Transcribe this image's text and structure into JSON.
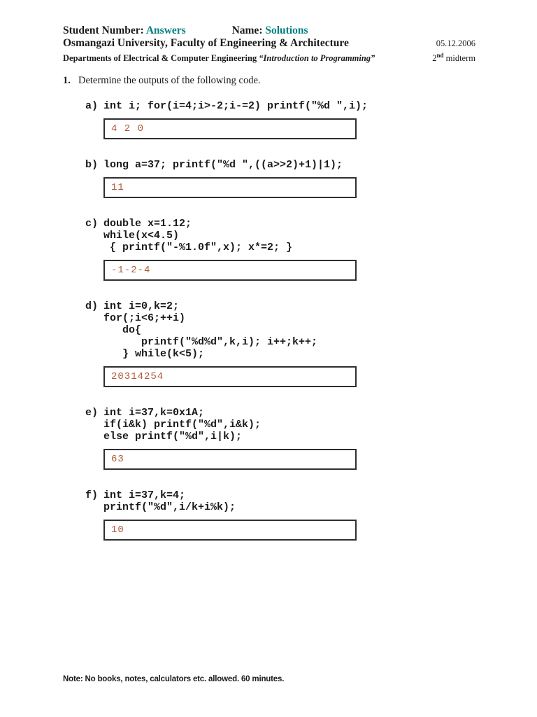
{
  "page": {
    "header": {
      "student_number_label": "Student Number:",
      "student_number_value": "Answers",
      "name_label": "Name:",
      "name_value": "Solutions",
      "university": "Osmangazi University, Faculty of Engineering & Architecture",
      "department": "Departments of Electrical & Computer Engineering",
      "course_quoted": "“Introduction to Programming”",
      "date": "05.12.2006",
      "exam": {
        "number": "2",
        "ordinal": "nd",
        "suffix": " midterm"
      }
    },
    "question": {
      "number": "1.",
      "text": "Determine the outputs of the following code."
    },
    "parts": [
      {
        "label": "a)",
        "code_lines": [
          "int i; for(i=4;i>-2;i-=2) printf(\"%d \",i);"
        ],
        "answer": "4 2 0"
      },
      {
        "label": "b)",
        "code_lines": [
          "long a=37; printf(\"%d \",((a>>2)+1)|1);"
        ],
        "answer": "11"
      },
      {
        "label": "c)",
        "code_lines": [
          "double x=1.12;",
          "while(x<4.5)",
          " { printf(\"-%1.0f\",x); x*=2; }"
        ],
        "answer": "-1-2-4"
      },
      {
        "label": "d)",
        "code_lines": [
          "int i=0,k=2;",
          "for(;i<6;++i)",
          "   do{",
          "      printf(\"%d%d\",k,i); i++;k++;",
          "   } while(k<5);"
        ],
        "answer": "20314254"
      },
      {
        "label": "e)",
        "code_lines": [
          "int i=37,k=0x1A;",
          "if(i&k) printf(\"%d\",i&k);",
          "else printf(\"%d\",i|k);"
        ],
        "answer": "63"
      },
      {
        "label": "f)",
        "code_lines": [
          "int i=37,k=4;",
          "printf(\"%d\",i/k+i%k);"
        ],
        "answer": "10"
      }
    ],
    "footer": {
      "note": "Note: No books, notes, calculators etc. allowed. 60 minutes."
    }
  },
  "colors": {
    "accent_teal": "#008080",
    "answer_text": "#b0583a",
    "box_border": "#2f2f2f",
    "ink": "#1a1a1a"
  }
}
